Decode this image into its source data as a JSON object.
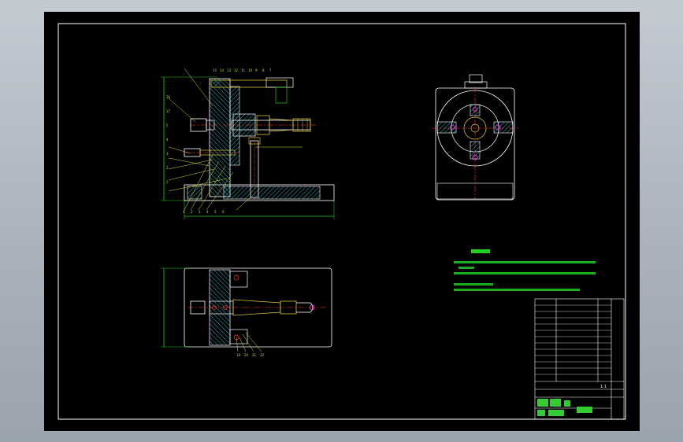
{
  "window": {
    "background_gradient": [
      "#c4cad2",
      "#9aa3ae"
    ]
  },
  "drawing": {
    "background": "#000000",
    "border_color": "#ffffff",
    "colors": {
      "outline": "#ffffff",
      "hatch": "#27b5c4",
      "dimension": "#22cc22",
      "leader": "#dddd33",
      "part": "#d8c23a",
      "center": "#ff3030",
      "hole": "#ff40ff",
      "highlight": "#33cc33"
    },
    "front_view_labels": {
      "top": [
        "15",
        "14",
        "13",
        "12",
        "11",
        "10",
        "9",
        "8",
        "7"
      ],
      "left": [
        "16",
        "17",
        "5",
        "4",
        "3",
        "2",
        "1"
      ],
      "bottom": [
        "1",
        "2",
        "3",
        "4",
        "5",
        "6"
      ]
    },
    "plan_view_labels": [
      "19",
      "20",
      "21",
      "22"
    ],
    "title_block": {
      "scale": "1:1"
    }
  }
}
